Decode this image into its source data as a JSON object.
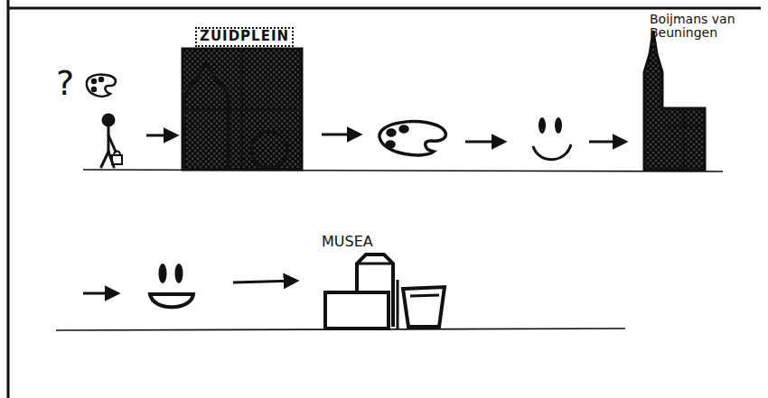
{
  "diagram": {
    "nodes": [
      {
        "text": [
          "ZUIDPLEIN"
        ]
      },
      {
        "text": [
          "Boijmans van Beuningen"
        ]
      },
      {
        "text": [
          "MUSEA"
        ]
      }
    ],
    "labels": [
      "?"
    ]
  }
}
